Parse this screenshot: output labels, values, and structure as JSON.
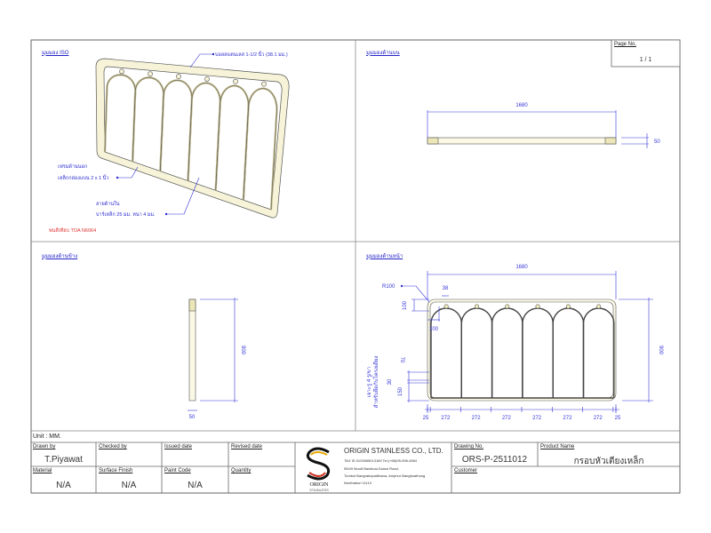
{
  "views": {
    "iso": {
      "title": "มุมมอง ISO"
    },
    "top": {
      "title": "มุมมองด้านบน"
    },
    "side": {
      "title": "มุมมองด้านข้าง"
    },
    "front": {
      "title": "มุมมองด้านหน้า"
    }
  },
  "notes": {
    "ball": "บอลสแตนเลส 1-1/2 นิ้ว (38.1 มม.)",
    "outer_frame_1": "เฟรมด้านนอก",
    "outer_frame_2": "เหล็กกล่องแบน 2 x 1 นิ้ว",
    "inner_pattern_1": "ลายด้านใน",
    "inner_pattern_2": "บาร์เหล็ก 25 มม. หนา 4 มม.",
    "paint": "พ่นสีเทียบ TOA N6064",
    "holes_1": "เจาะรู 4 รู/ขา",
    "holes_2": "สำหรับยึดกับโครงเตียง"
  },
  "dimensions": {
    "top_width": "1680",
    "top_depth": "50",
    "side_height": "900",
    "side_depth": "50",
    "front_width": "1680",
    "front_height": "900",
    "radius": "R100",
    "ball": "38",
    "corner_v": "100",
    "corner_h": "100",
    "hole_70": "70",
    "hole_30": "30",
    "hole_150": "150",
    "bottom": [
      "25",
      "272",
      "272",
      "272",
      "272",
      "272",
      "272",
      "25"
    ]
  },
  "page": {
    "label": "Page No.",
    "value": "1 / 1"
  },
  "unit": "Unit : MM.",
  "title_block": {
    "drawn_by_label": "Drawn by",
    "drawn_by": "T.Piyawat",
    "checked_by_label": "Checked by",
    "checked_by": "",
    "issued_date_label": "Issued date",
    "issued_date": "",
    "revised_date_label": "Revised date",
    "revised_date": "",
    "material_label": "Material",
    "material": "N/A",
    "surface_label": "Surface Finish",
    "surface": "N/A",
    "paint_label": "Paint Code",
    "paint": "N/A",
    "quantity_label": "Quantity",
    "quantity": "",
    "company": "ORIGIN STAINLESS CO., LTD.",
    "tax": "TAX ID 0125565013169  Tel.(+66)95-996-4564",
    "addr1": "95/49 Moo8 Bankluai-Sainoi Road,",
    "addr2": "Tumbol Bangraknpadthana, Amphur Bangbuathong",
    "addr3": "Nonthaburi 11110",
    "logo_text": "ORIGIN",
    "logo_sub": "STAINLESS",
    "drawing_no_label": "Drawing No.",
    "drawing_no": "ORS-P-2511012",
    "product_label": "Product Name",
    "product": "กรอบหัวเตียงเหล็ก",
    "customer_label": "Customer",
    "customer": ""
  },
  "colors": {
    "dimension": "#3535d8",
    "frame_fill": "#f6f3d8",
    "paint_note": "#e03030"
  }
}
